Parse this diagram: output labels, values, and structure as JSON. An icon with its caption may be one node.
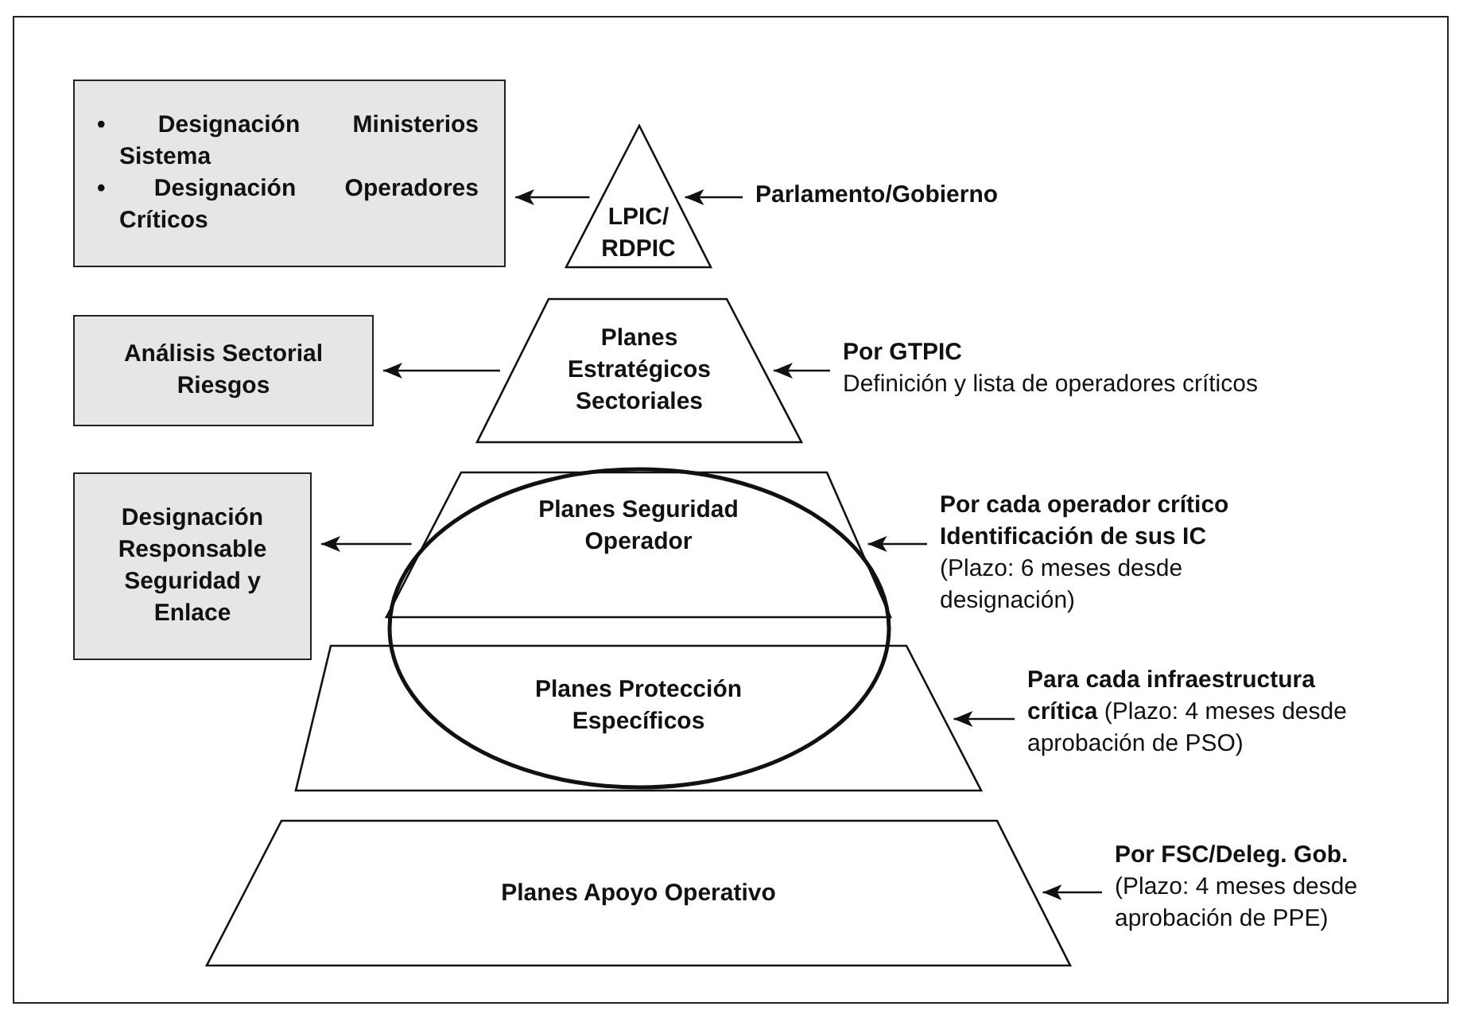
{
  "diagram": {
    "nodes": [
      {
        "text": [
          "• Designación Ministerios Sistema",
          "• Designación Operadores Críticos"
        ]
      },
      {
        "text": [
          "LPIC/ RDPIC"
        ]
      },
      {
        "text": [
          "Parlamento/Gobierno"
        ]
      },
      {
        "text": [
          "Análisis Sectorial Riesgos"
        ]
      },
      {
        "text": [
          "Planes Estratégicos Sectoriales"
        ]
      },
      {
        "text": [
          "Por GTPIC",
          "Definición y lista de operadores críticos"
        ]
      },
      {
        "text": [
          "Designación Responsable Seguridad y Enlace"
        ]
      },
      {
        "text": [
          "Planes Seguridad Operador"
        ]
      },
      {
        "text": [
          "Por cada operador crítico Identificación de sus IC",
          "(Plazo: 6 meses desde designación)"
        ]
      },
      {
        "text": [
          "Planes Protección Específicos"
        ]
      },
      {
        "text": [
          "**Para cada infraestructura crítica** (Plazo: 4 meses desde aprobación de PSO)"
        ]
      },
      {
        "text": [
          "Planes Apoyo Operativo"
        ]
      },
      {
        "text": [
          "Por FSC/Deleg. Gob.",
          "(Plazo: 4 meses desde aprobación de PPE)"
        ]
      }
    ],
    "edges": [
      {
        "from": 1,
        "to": 0,
        "arrow": "to"
      },
      {
        "from": 2,
        "to": 1,
        "arrow": "to"
      },
      {
        "from": 4,
        "to": 3,
        "arrow": "to"
      },
      {
        "from": 5,
        "to": 4,
        "arrow": "to"
      },
      {
        "from": 7,
        "to": 6,
        "arrow": "to"
      },
      {
        "from": 8,
        "to": 7,
        "arrow": "to"
      },
      {
        "from": 10,
        "to": 9,
        "arrow": "to"
      },
      {
        "from": 12,
        "to": 11,
        "arrow": "to"
      }
    ]
  }
}
